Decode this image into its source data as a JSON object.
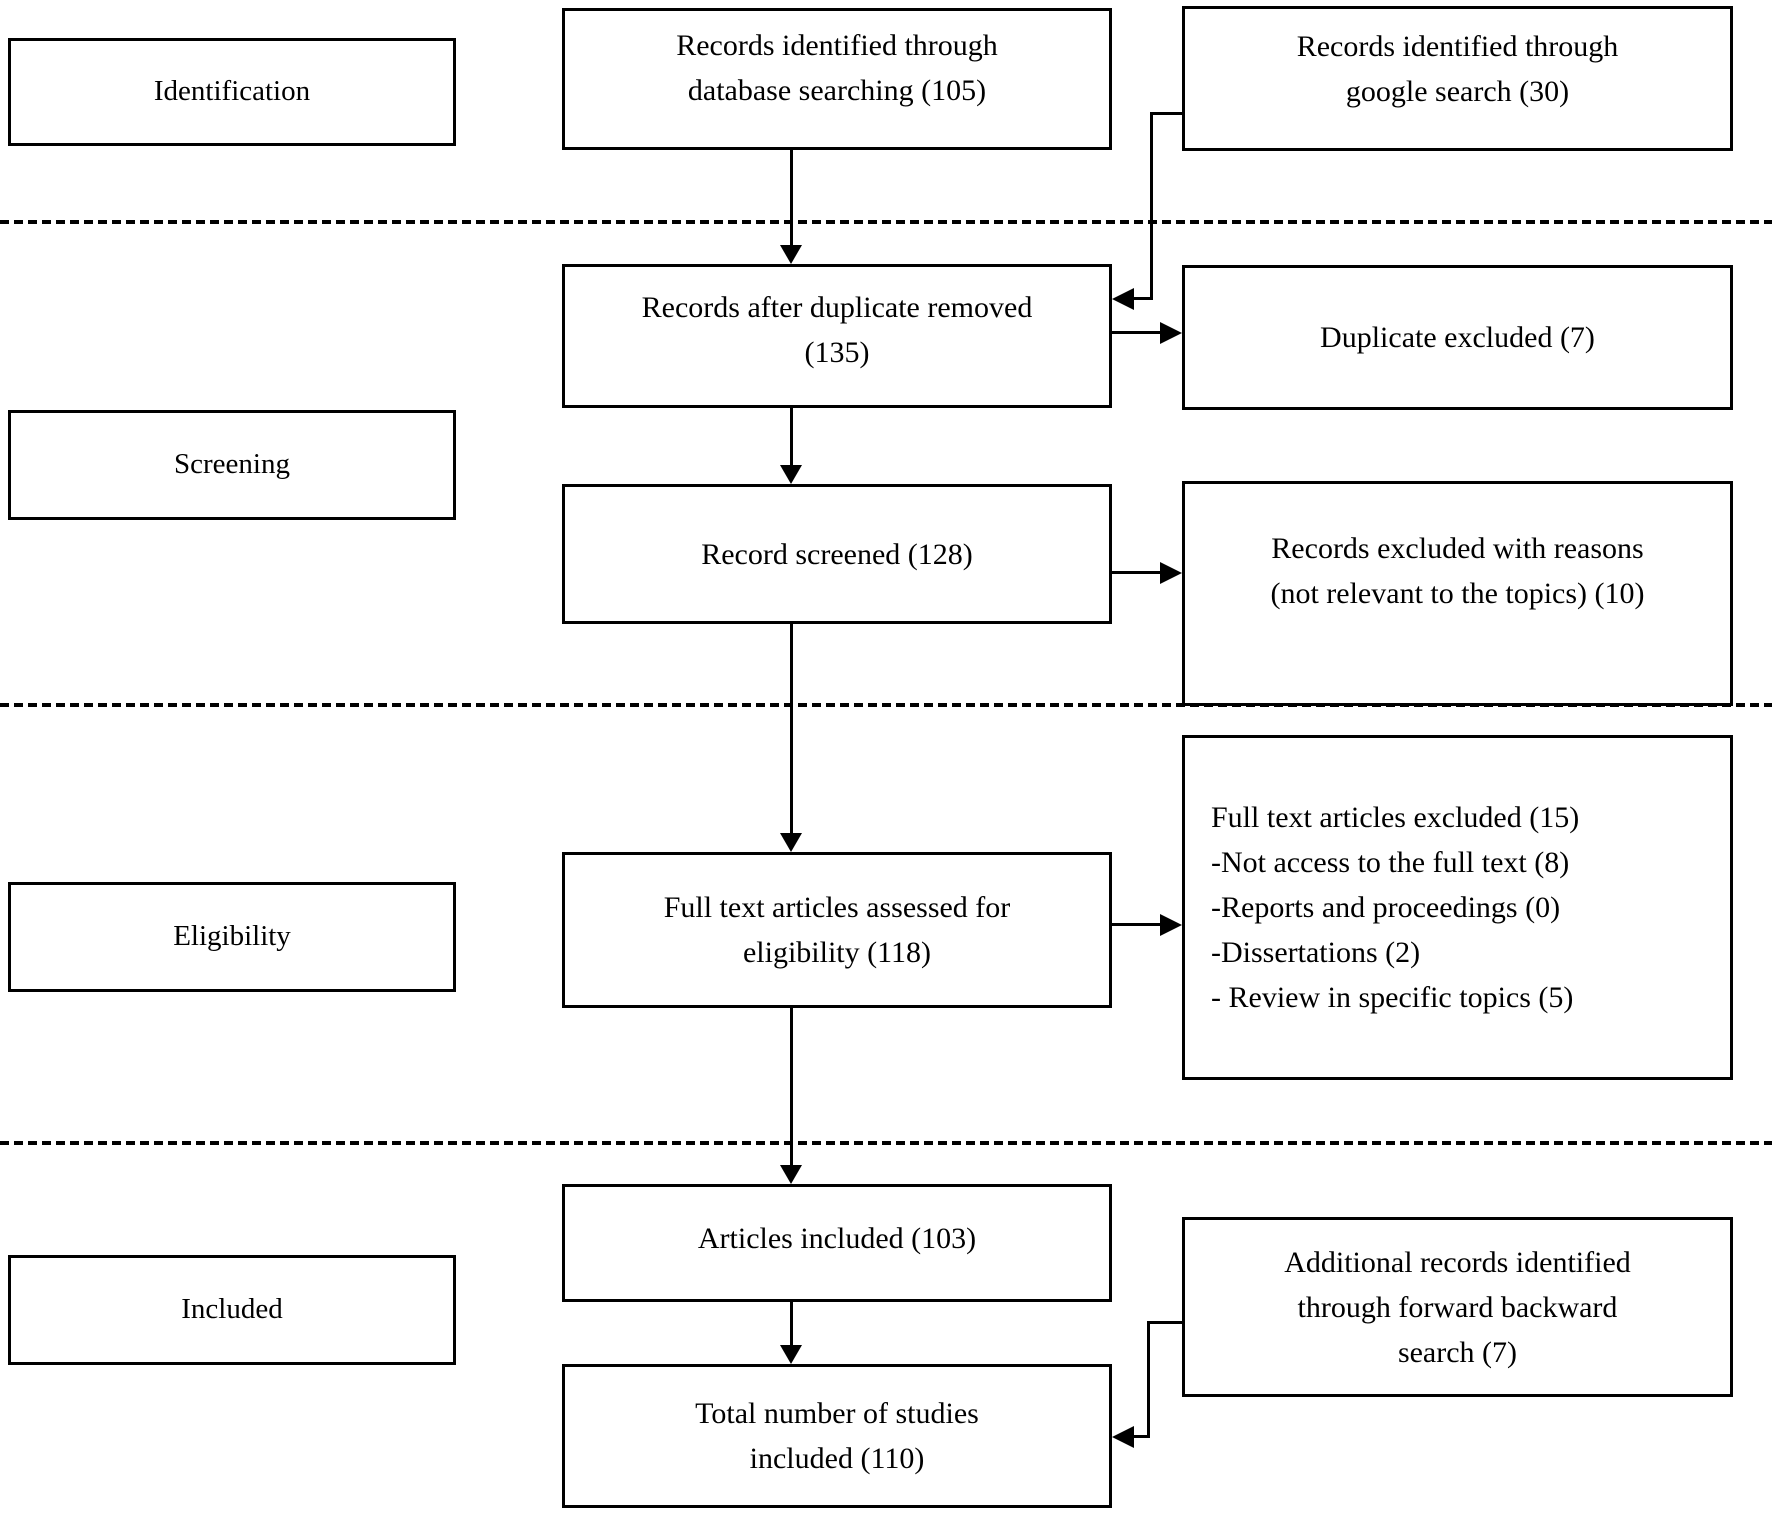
{
  "colors": {
    "ink": "#000000",
    "paper": "#ffffff"
  },
  "stages": {
    "identification": "Identification",
    "screening": "Screening",
    "eligibility": "Eligibility",
    "included": "Included"
  },
  "nodes": {
    "db_search": "Records identified through\ndatabase searching (105)",
    "google_search": "Records identified through\ngoogle search (30)",
    "after_duplicates": "Records after duplicate removed\n(135)",
    "duplicate_excluded": "Duplicate excluded (7)",
    "screened": "Record screened (128)",
    "excluded_with_reasons": "Records excluded with reasons\n(not relevant to the topics) (10)",
    "fulltext_assessed": "Full text articles assessed for\neligibility (118)",
    "fulltext_excluded": {
      "title": "Full text articles excluded (15)",
      "items": [
        "-Not access to the full text (8)",
        "-Reports and proceedings (0)",
        "-Dissertations (2)",
        "- Review in specific topics (5)"
      ]
    },
    "articles_included": "Articles included (103)",
    "additional_records": "Additional records identified\nthrough forward backward\nsearch (7)",
    "total_included": "Total number of studies\nincluded (110)"
  }
}
